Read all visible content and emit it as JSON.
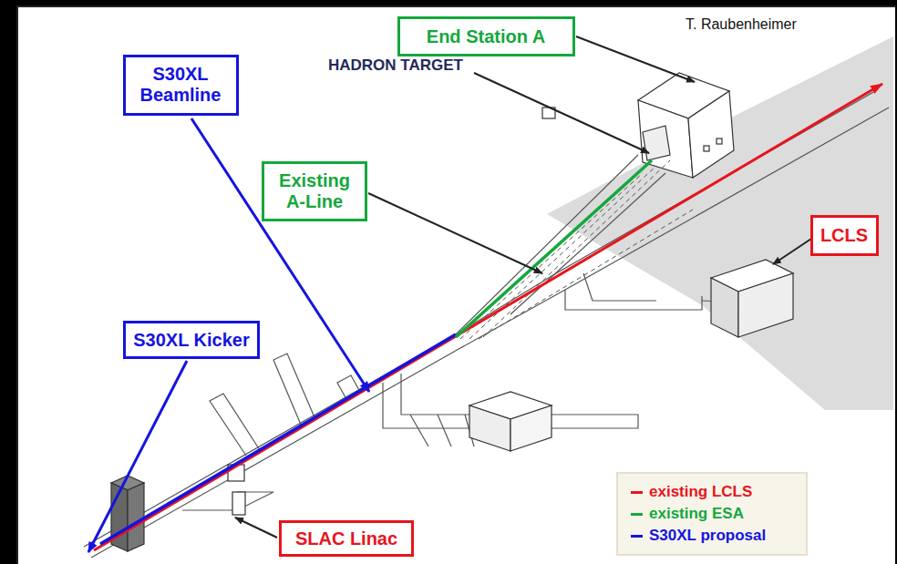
{
  "diagram": {
    "nodes": [
      {
        "text": [
          "End Station A"
        ]
      },
      {
        "text": [
          "S30XL Beamline"
        ]
      },
      {
        "text": [
          "Existing A-Line"
        ]
      },
      {
        "text": [
          "LCLS"
        ]
      },
      {
        "text": [
          "S30XL Kicker"
        ]
      },
      {
        "text": [
          "SLAC Linac"
        ]
      }
    ],
    "labels": [
      "T. Raubenheimer",
      "HADRON TARGET"
    ],
    "legend": [
      {
        "text": "existing LCLS",
        "color": "#e8141c"
      },
      {
        "text": "existing ESA",
        "color": "#14a83c"
      },
      {
        "text": "S30XL proposal",
        "color": "#1414e0"
      }
    ]
  }
}
